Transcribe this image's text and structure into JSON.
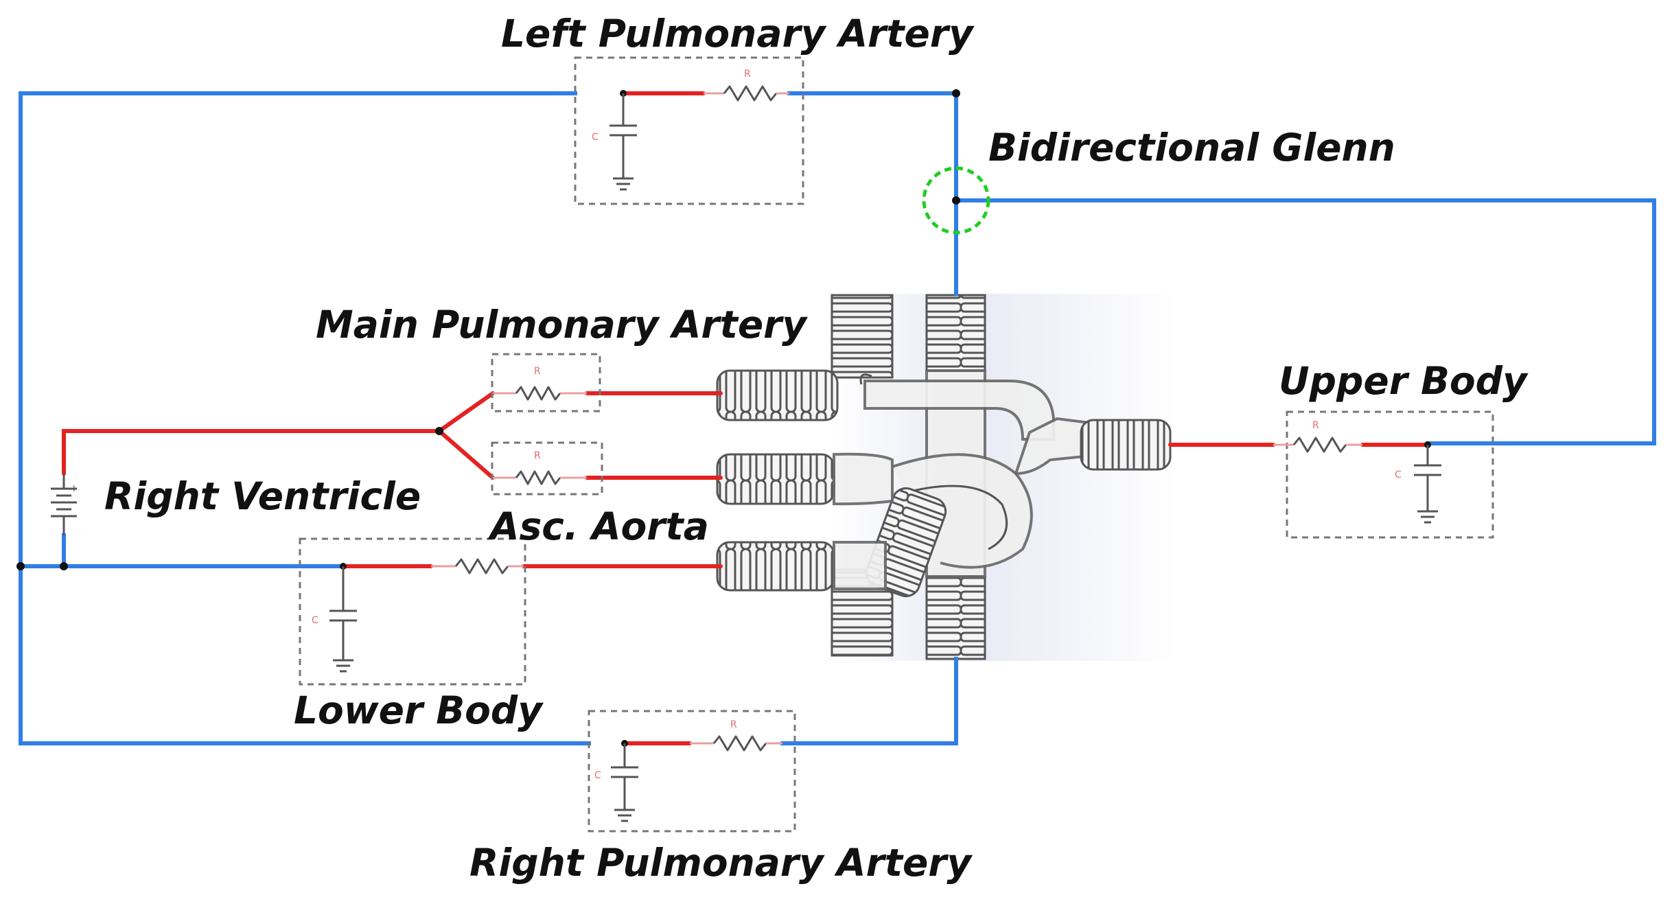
{
  "labels": {
    "left_pa": "Left Pulmonary Artery",
    "bidirectional_glenn": "Bidirectional Glenn",
    "main_pa": "Main Pulmonary Artery",
    "upper_body": "Upper Body",
    "right_ventricle": "Right Ventricle",
    "asc_aorta": "Asc. Aorta",
    "lower_body": "Lower Body",
    "right_pa": "Right Pulmonary Artery"
  },
  "component_symbols": {
    "resistor": "R",
    "capacitor": "C"
  },
  "colors": {
    "venous_wire": "#2f7fe6",
    "arterial_wire": "#e52222",
    "glenn_marker": "#22cc22",
    "component_box": "#777777"
  }
}
